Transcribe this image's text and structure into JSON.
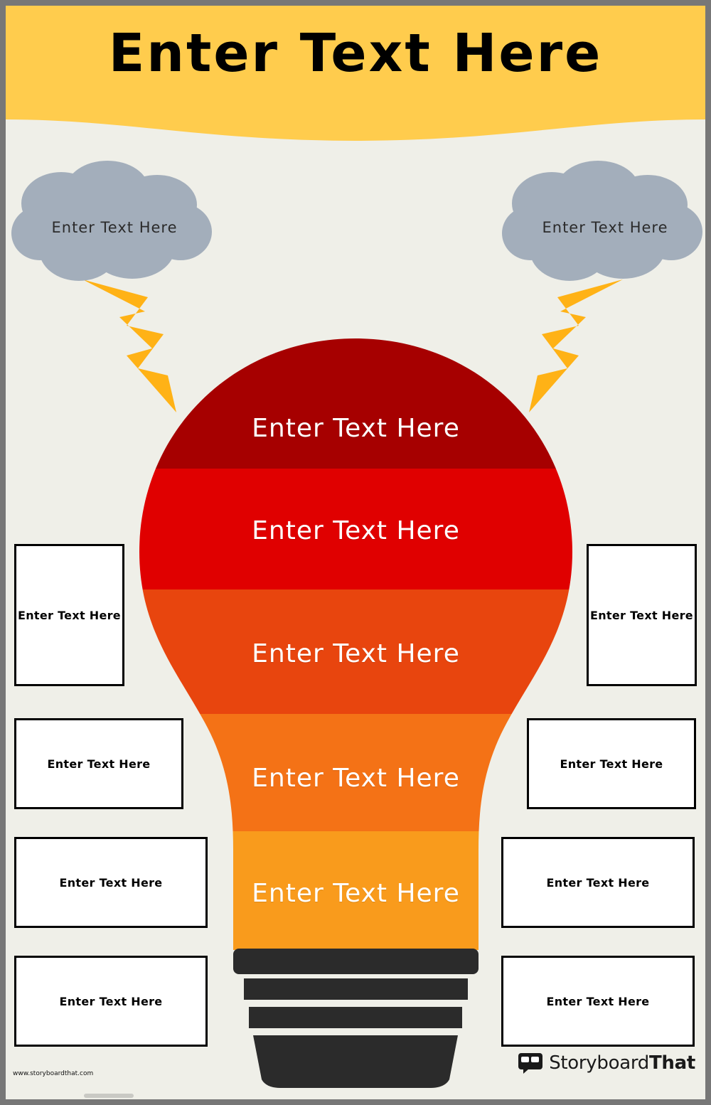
{
  "poster": {
    "background_color": "#EFEFE8",
    "header": {
      "title": "Enter Text Here",
      "band_color": "#FFCC4D",
      "text_color": "#000000"
    },
    "clouds": [
      {
        "name": "cloud-left",
        "label": "Enter Text Here",
        "color": "#A3AEBB"
      },
      {
        "name": "cloud-right",
        "label": "Enter Text Here",
        "color": "#A3AEBB"
      }
    ],
    "bolts": {
      "color": "#FFB216",
      "count": 2
    },
    "bulb": {
      "base_color": "#2B2B2B",
      "bands": [
        {
          "label": "Enter Text Here",
          "color": "#A60000"
        },
        {
          "label": "Enter Text Here",
          "color": "#E00000"
        },
        {
          "label": "Enter Text Here",
          "color": "#E8450E"
        },
        {
          "label": "Enter Text Here",
          "color": "#F47216"
        },
        {
          "label": "Enter Text Here",
          "color": "#F99B1C"
        }
      ]
    },
    "notes_left": [
      {
        "label": "Enter Text Here"
      },
      {
        "label": "Enter Text Here"
      },
      {
        "label": "Enter Text Here"
      },
      {
        "label": "Enter Text Here"
      }
    ],
    "notes_right": [
      {
        "label": "Enter Text Here"
      },
      {
        "label": "Enter Text Here"
      },
      {
        "label": "Enter Text Here"
      },
      {
        "label": "Enter Text Here"
      }
    ],
    "footer": {
      "url": "www.storyboardthat.com",
      "brand_first": "Storyboard",
      "brand_second": "That"
    }
  }
}
